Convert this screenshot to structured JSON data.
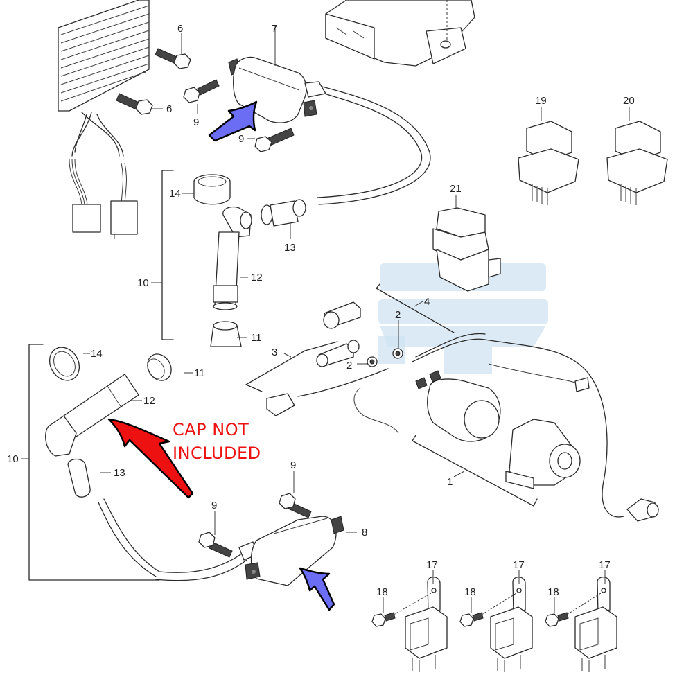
{
  "diagram": {
    "type": "exploded parts diagram",
    "subject": "ignition coil and electrical components",
    "callouts": {
      "c1": "1",
      "c2a": "2",
      "c2b": "2",
      "c3": "3",
      "c4": "4",
      "c6a": "6",
      "c6b": "6",
      "c7": "7",
      "c8": "8",
      "c9a": "9",
      "c9b": "9",
      "c9c": "9",
      "c9d": "9",
      "c10a": "10",
      "c10b": "10",
      "c11a": "11",
      "c11b": "11",
      "c12a": "12",
      "c12b": "12",
      "c13a": "13",
      "c13b": "13",
      "c14a": "14",
      "c14b": "14",
      "c17a": "17",
      "c17b": "17",
      "c17c": "17",
      "c18a": "18",
      "c18b": "18",
      "c18c": "18",
      "c19": "19",
      "c20": "20",
      "c21": "21"
    },
    "annotation": {
      "line1": "CAP NOT",
      "line2": "INCLUDED",
      "color": "#ee1111"
    },
    "arrows": {
      "red_arrow_color": "#ee1111",
      "blue_arrow_color": "#6b6ef5"
    }
  }
}
